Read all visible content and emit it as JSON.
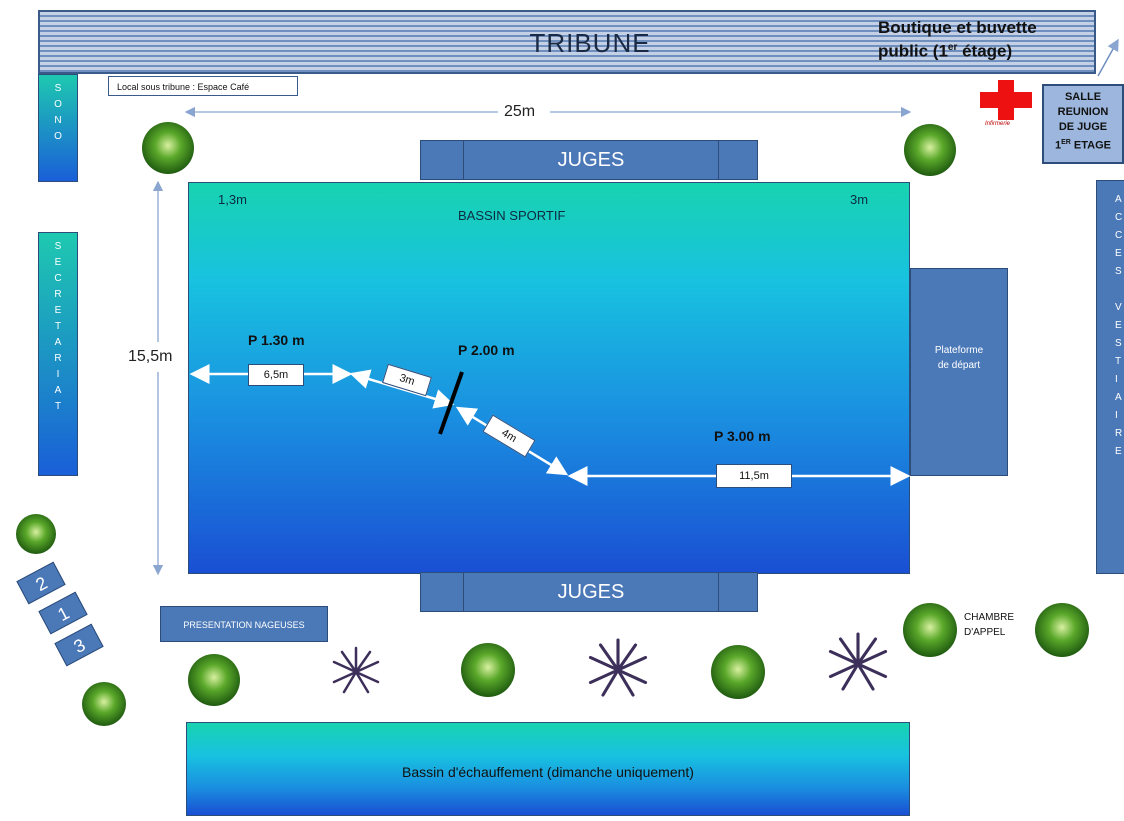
{
  "tribune": {
    "title": "TRIBUNE",
    "boutique_line1": "Boutique et buvette",
    "boutique_line2_pre": "public (1",
    "boutique_sup": "er",
    "boutique_line2_post": " étage)"
  },
  "sono": [
    "S",
    "O",
    "N",
    "O"
  ],
  "secretariat": [
    "S",
    "E",
    "C",
    "R",
    "E",
    "T",
    "A",
    "R",
    "I",
    "A",
    "T"
  ],
  "espace_cafe": "Local sous tribune : Espace Café",
  "dimensions": {
    "width": "25m",
    "height": "15,5m"
  },
  "salle": {
    "line1": "SALLE",
    "line2": "REUNION",
    "line3": "DE JUGE",
    "line4_pre": "1",
    "line4_sup": "ER",
    "line4_post": " ETAGE"
  },
  "infirmerie": "Infirmerie",
  "acces": [
    "A",
    "C",
    "C",
    "E",
    "S",
    "",
    "V",
    "E",
    "S",
    "T",
    "I",
    "A",
    "I",
    "R",
    "E"
  ],
  "judges_top": "JUGES",
  "judges_bottom": "JUGES",
  "pool": {
    "name": "BASSIN SPORTIF",
    "depth_left": "1,3m",
    "depth_right": "3m"
  },
  "platform": {
    "line1": "Plateforme",
    "line2": "de départ"
  },
  "depths": {
    "p1": "P 1.30 m",
    "p2": "P 2.00 m",
    "p3": "P 3.00 m"
  },
  "segments": {
    "s1": "6,5m",
    "s2": "3m",
    "s3": "4m",
    "s4": "11,5m"
  },
  "lanes": [
    "2",
    "1",
    "3"
  ],
  "presentation": "PRESENTATION NAGEUSES",
  "chambre": {
    "line1": "CHAMBRE",
    "line2": "D'APPEL"
  },
  "warmup": "Bassin d'échauffement (dimanche uniquement)",
  "colors": {
    "accent": "#4b79b8",
    "cross": "#e11111",
    "plant": "#3a8a1e",
    "spiky": "#3c2f5a"
  }
}
